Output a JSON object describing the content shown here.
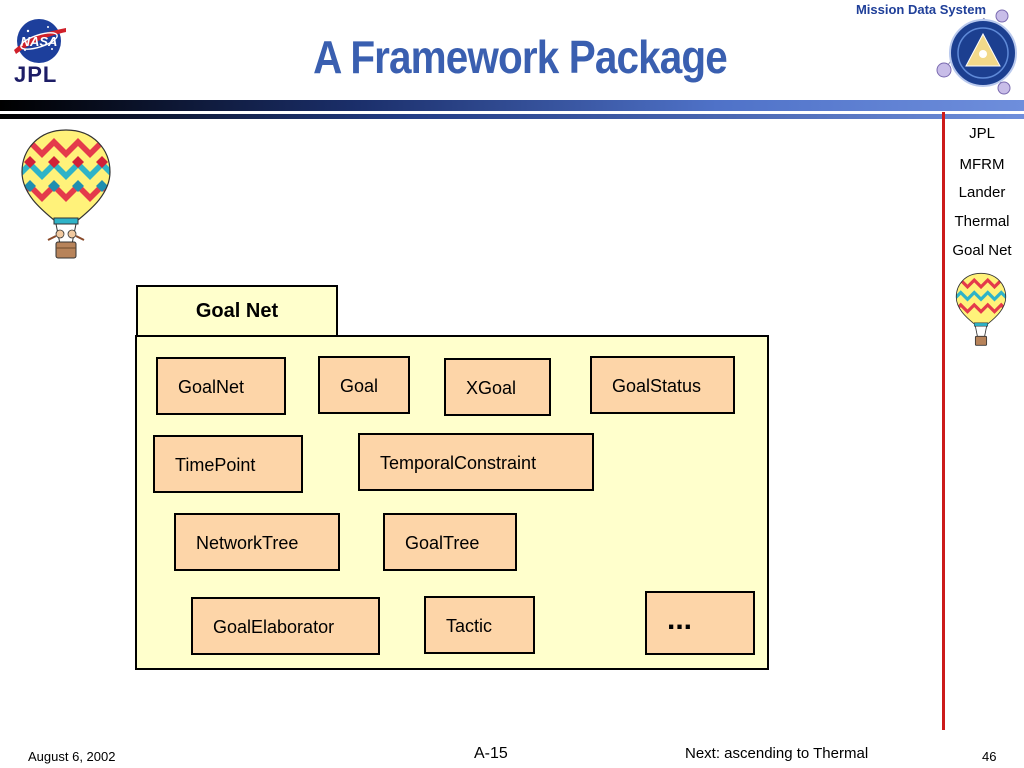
{
  "header": {
    "title": "A Framework Package",
    "mission_label": "Mission Data System"
  },
  "nasa_logo": {
    "text": "NASA"
  },
  "jpl_logo": {
    "text": "JPL"
  },
  "nav": {
    "items": [
      "JPL",
      "MFRM",
      "Lander",
      "Thermal",
      "Goal Net"
    ]
  },
  "package": {
    "name": "Goal Net",
    "classes": [
      "GoalNet",
      "Goal",
      "XGoal",
      "GoalStatus",
      "TimePoint",
      "TemporalConstraint",
      "NetworkTree",
      "GoalTree",
      "GoalElaborator",
      "Tactic",
      "..."
    ]
  },
  "footer": {
    "date": "August 6, 2002",
    "section": "A-15",
    "next": "Next: ascending to Thermal",
    "page": "46"
  },
  "colors": {
    "title": "#3a5fb0",
    "package_fill": "#ffffcc",
    "class_fill": "#fdd5a8",
    "divider": "#cc1b1b"
  }
}
